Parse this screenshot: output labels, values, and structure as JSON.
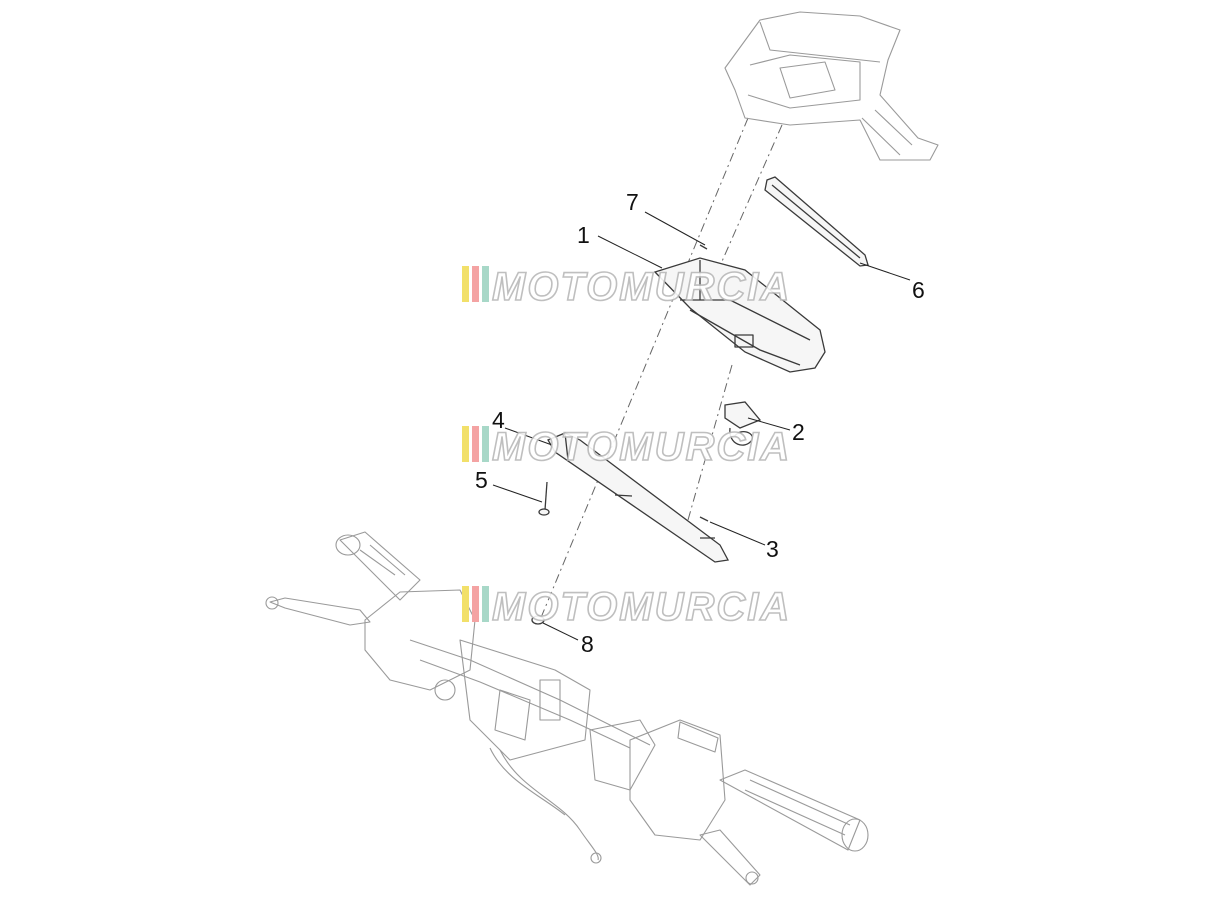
{
  "callouts": [
    {
      "id": "c1",
      "label": "1"
    },
    {
      "id": "c2",
      "label": "2"
    },
    {
      "id": "c3",
      "label": "3"
    },
    {
      "id": "c4",
      "label": "4"
    },
    {
      "id": "c5",
      "label": "5"
    },
    {
      "id": "c6",
      "label": "6"
    },
    {
      "id": "c7",
      "label": "7"
    },
    {
      "id": "c8",
      "label": "8"
    }
  ],
  "watermark": {
    "text": "MOTOMURCIA",
    "stripe_colors": [
      "#f2e06a",
      "#f4a3a3",
      "#a8d8c8"
    ]
  }
}
